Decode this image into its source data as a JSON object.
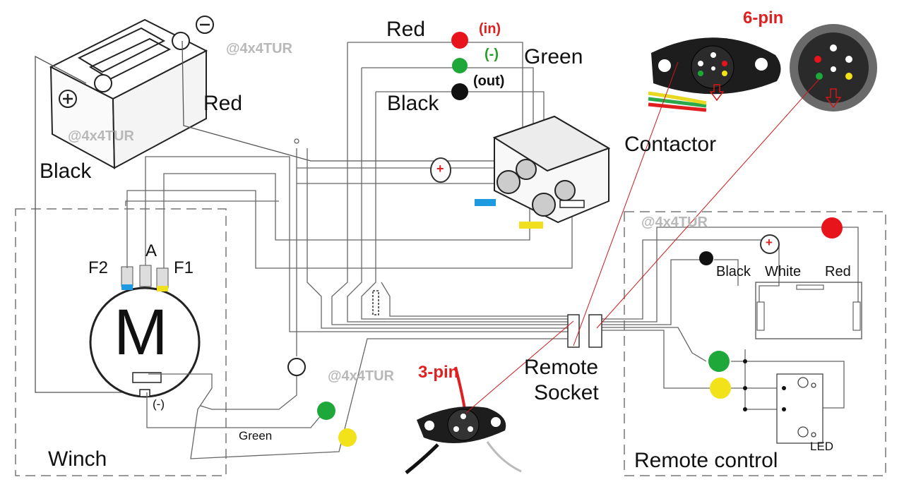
{
  "labels": {
    "red_top": "Red",
    "in": "(in)",
    "minus_green": "(-)",
    "green_top": "Green",
    "out": "(out)",
    "black_top": "Black",
    "battery_red": "Red",
    "battery_black": "Black",
    "contactor": "Contactor",
    "six_pin": "6-pin",
    "three_pin": "3-pin",
    "remote_socket_1": "Remote",
    "remote_socket_2": "Socket",
    "winch": "Winch",
    "remote_control": "Remote control",
    "f2": "F2",
    "a": "A",
    "f1": "F1",
    "motor": "M",
    "minus": "(-)",
    "green_wire": "Green",
    "rc_black": "Black",
    "rc_white": "White",
    "rc_red": "Red",
    "led": "LED",
    "plus": "+",
    "neg_symbol": "⊖",
    "pos_symbol": "⊕"
  },
  "watermark": "@4x4TUR",
  "colors": {
    "red_dot": "#e8141c",
    "green_dot": "#1fa83a",
    "black_dot": "#111111",
    "yellow_dot": "#f2e21a",
    "blue_marker": "#1e9be0",
    "yellow_marker": "#f0e020",
    "pointer_line": "#d01818"
  }
}
